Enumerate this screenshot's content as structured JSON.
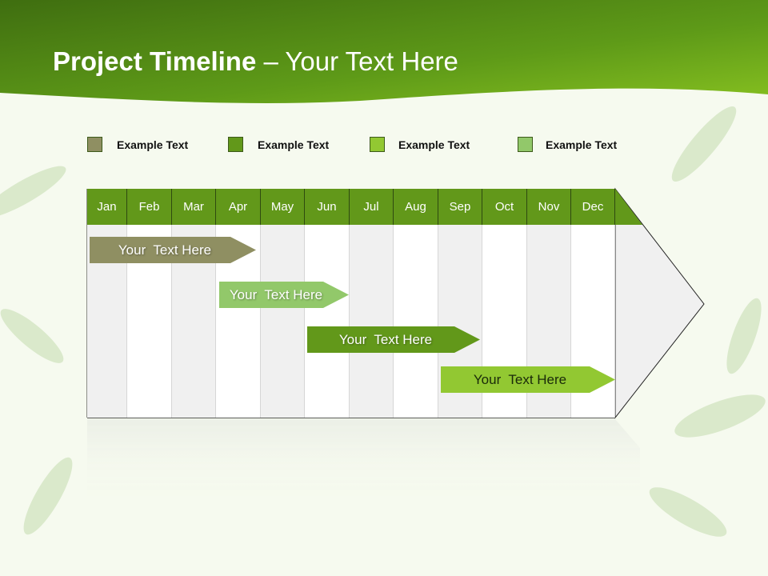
{
  "title": {
    "bold": "Project Timeline",
    "rest": " – Your Text Here"
  },
  "legend": [
    {
      "label": "Example Text",
      "color": "#8f8f62"
    },
    {
      "label": "Example Text",
      "color": "#62981a"
    },
    {
      "label": "Example Text",
      "color": "#92c832"
    },
    {
      "label": "Example Text",
      "color": "#92c86a"
    }
  ],
  "months": [
    "Jan",
    "Feb",
    "Mar",
    "Apr",
    "May",
    "Jun",
    "Jul",
    "Aug",
    "Sep",
    "Oct",
    "Nov",
    "Dec"
  ],
  "tasks": [
    {
      "label": "Your  Text Here",
      "color": "#8f8f62",
      "start_month": "Jan",
      "end_month": "Apr"
    },
    {
      "label": "Your  Text Here",
      "color": "#92c86a",
      "start_month": "Apr",
      "end_month": "Jun"
    },
    {
      "label": "Your  Text Here",
      "color": "#62981a",
      "start_month": "Jun",
      "end_month": "Sep"
    },
    {
      "label": "Your  Text Here",
      "color": "#92c832",
      "start_month": "Sep",
      "end_month": "Dec"
    }
  ]
}
